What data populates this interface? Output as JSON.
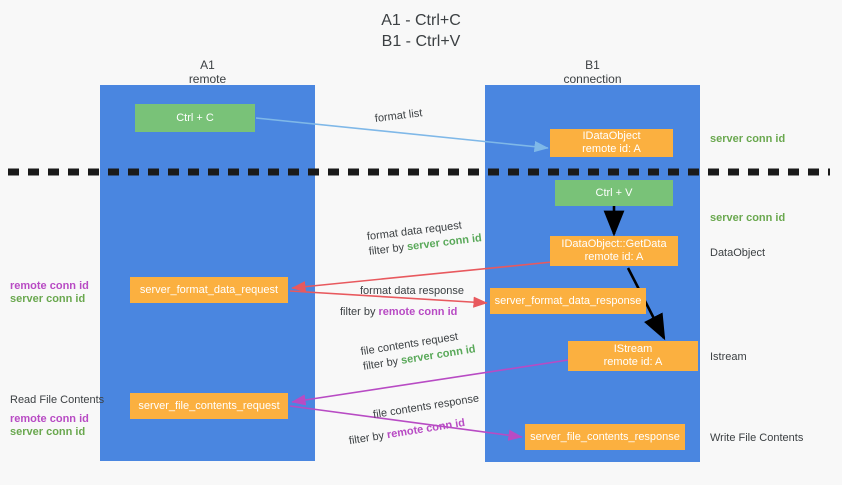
{
  "title": "A1 - Ctrl+C\nB1 - Ctrl+V",
  "columns": [
    {
      "name": "A1",
      "sub": "remote"
    },
    {
      "name": "B1",
      "sub": "connection"
    }
  ],
  "boxes": {
    "ctrl_c": {
      "line1": "Ctrl + C",
      "line2": ""
    },
    "idataobject": {
      "line1": "IDataObject",
      "line2": "remote id: A"
    },
    "ctrl_v": {
      "line1": "Ctrl + V",
      "line2": ""
    },
    "getdata": {
      "line1": "IDataObject::GetData",
      "line2": "remote id: A"
    },
    "format_data_request": {
      "line1": "server_format_data_request",
      "line2": ""
    },
    "format_data_response": {
      "line1": "server_format_data_response",
      "line2": ""
    },
    "istream": {
      "line1": "IStream",
      "line2": "remote id: A"
    },
    "file_contents_request": {
      "line1": "server_file_contents_request",
      "line2": ""
    },
    "file_contents_response": {
      "line1": "server_file_contents_response",
      "line2": ""
    }
  },
  "arrow_labels": {
    "format_list": "format list",
    "format_data_request_l1": "format data request",
    "format_data_request_filter_prefix": "filter by ",
    "format_data_request_filter_key": "server conn id",
    "format_data_response_l1": "format data response",
    "format_data_response_filter_prefix": "filter by ",
    "format_data_response_filter_key": "remote conn id",
    "file_contents_request_l1": "file contents request",
    "file_contents_request_filter_prefix": "filter by ",
    "file_contents_request_filter_key": "server conn id",
    "file_contents_response_l1": "file contents response",
    "file_contents_response_filter_prefix": "filter by ",
    "file_contents_response_filter_key": "remote conn id"
  },
  "right_labels": {
    "server_conn_id_top": "server conn id",
    "server_conn_id_mid": "server conn id",
    "dataobject": "DataObject",
    "istream": "Istream",
    "write_file_contents": "Write File Contents"
  },
  "left_labels": {
    "remote_conn_id_1": "remote conn id",
    "server_conn_id_1": "server conn id",
    "read_file_contents": "Read File Contents",
    "remote_conn_id_2": "remote conn id",
    "server_conn_id_2": "server conn id"
  },
  "colors": {
    "lane": "#4a86e0",
    "box_green": "#79c278",
    "box_orange": "#fbb040",
    "arrow_light_blue": "#7fb8e8",
    "arrow_red": "#e8595e",
    "arrow_purple": "#b84bc4",
    "arrow_black": "#000000",
    "divider": "#1a1a1a",
    "green_text": "#6aa84f",
    "purple_text": "#b84bc4",
    "background": "#f8f8f8"
  }
}
